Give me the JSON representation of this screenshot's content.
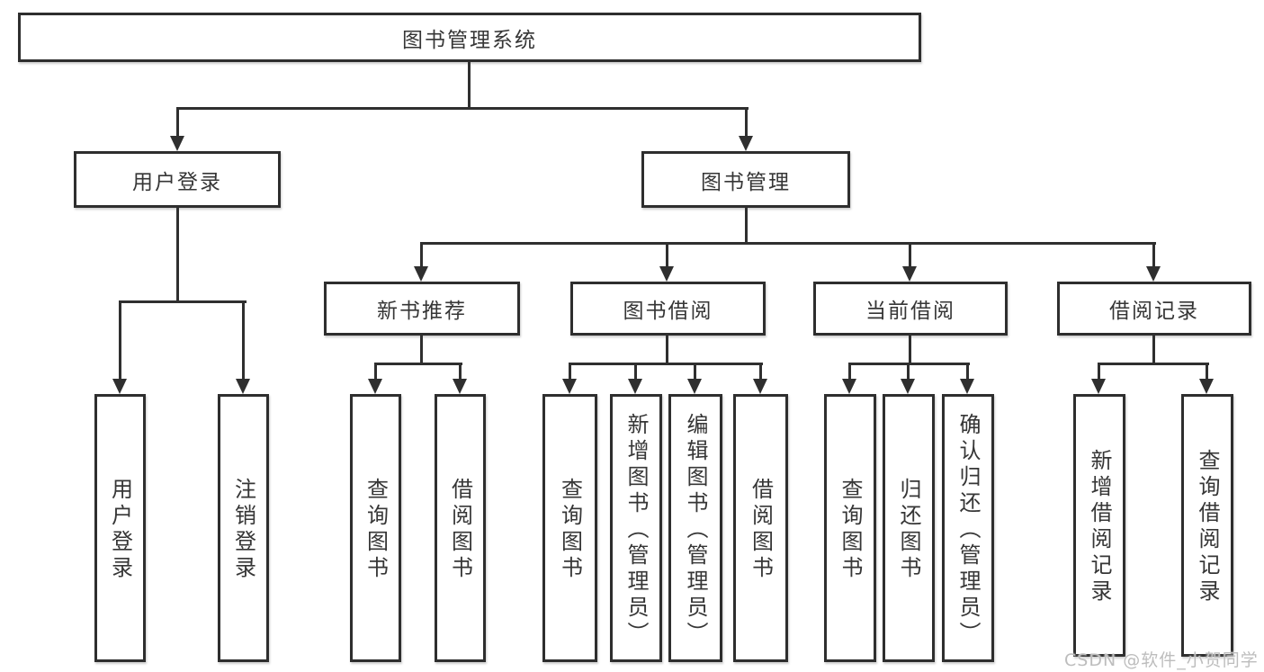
{
  "diagram": {
    "title": "图书管理系统",
    "level2": {
      "user_login": "用户登录",
      "book_management": "图书管理"
    },
    "level3": {
      "new_book_recommend": "新书推荐",
      "book_borrow": "图书借阅",
      "current_borrow": "当前借阅",
      "borrow_records": "借阅记录"
    },
    "leaves": {
      "user_login_leaf": "用户登录",
      "logout_leaf": "注销登录",
      "rec_query_book": "查询图书",
      "rec_borrow_book": "借阅图书",
      "bb_query_book": "查询图书",
      "bb_add_book_admin": "新增图书（管理员）",
      "bb_edit_book_admin": "编辑图书（管理员）",
      "bb_borrow_book": "借阅图书",
      "cb_query_book": "查询图书",
      "cb_return_book": "归还图书",
      "cb_confirm_return_admin": "确认归还（管理员）",
      "br_add_record": "新增借阅记录",
      "br_query_record": "查询借阅记录"
    },
    "watermark": "CSDN @软件_小贺同学",
    "colors": {
      "line": "#2f2f2f",
      "box_border": "#2e2e2e",
      "text": "#363636",
      "watermark": "#bdbdbd",
      "background": "#ffffff"
    }
  }
}
